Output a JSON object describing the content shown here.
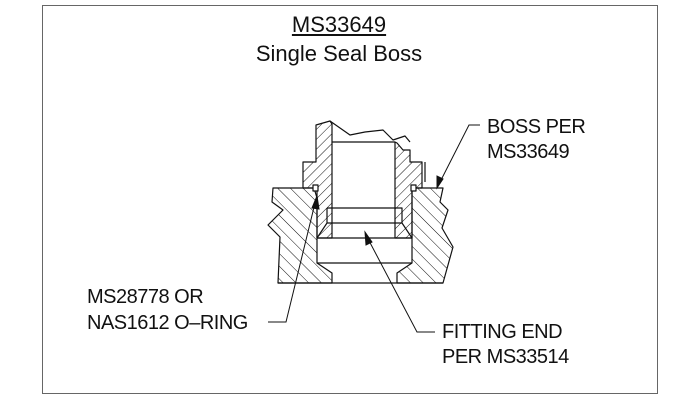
{
  "title": "MS33649",
  "subtitle": "Single Seal Boss",
  "callouts": {
    "boss": [
      "BOSS PER",
      "MS33649"
    ],
    "oring": [
      "MS28778 OR",
      "NAS1612 O–RING"
    ],
    "fitting": [
      "FITTING END",
      "PER MS33514"
    ]
  },
  "colors": {
    "line": "#111111",
    "border": "#666666"
  }
}
